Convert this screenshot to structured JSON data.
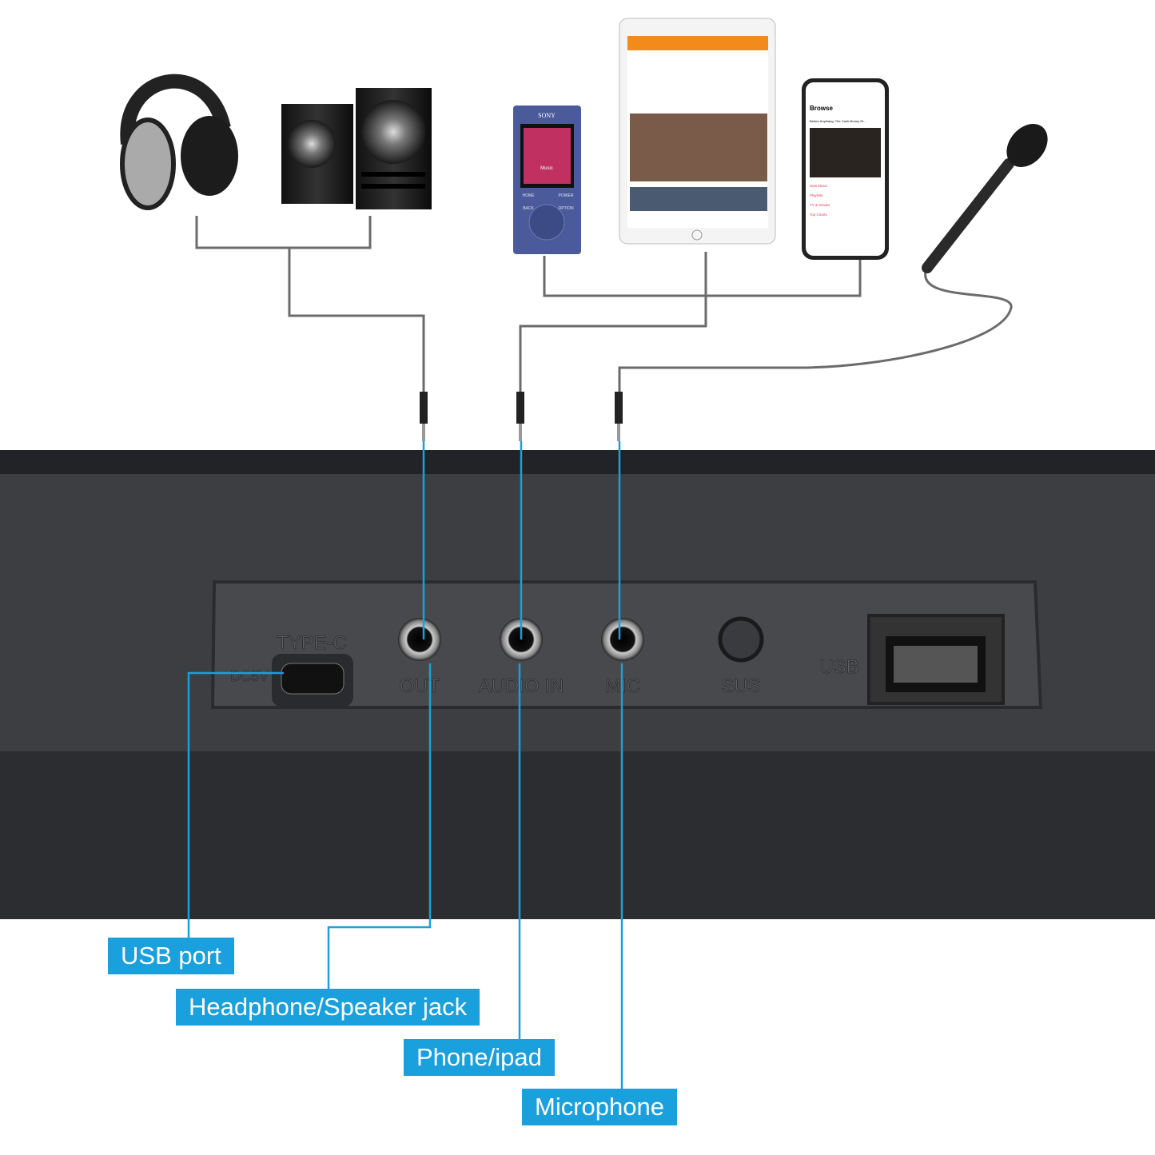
{
  "colors": {
    "accent": "#1aa0dc",
    "cable": "#6b6b6b",
    "body": "#3a3c40",
    "panel": "#45474b"
  },
  "devices": {
    "headphones": {
      "icon": "headphones-icon"
    },
    "speakers": {
      "icon": "speakers-icon"
    },
    "walkman": {
      "brand": "SONY",
      "screen_label": "Music",
      "buttons": [
        "HOME",
        "POWER",
        "BACK",
        "OPTION"
      ]
    },
    "tablet": {
      "icon": "tablet-icon"
    },
    "phone": {
      "title": "Browse",
      "headline": "Before Anythang: The Cash Money St...",
      "menu": [
        "New Music",
        "Playlists",
        "TV & Movies",
        "Top Charts"
      ]
    },
    "microphone": {
      "icon": "microphone-icon"
    }
  },
  "panel": {
    "type_c_label": "TYPE-C",
    "dc_label": "DC5V",
    "jacks": [
      {
        "label": "OUT"
      },
      {
        "label": "AUDIO IN"
      },
      {
        "label": "MIC"
      },
      {
        "label": "SUS"
      }
    ],
    "usb_label": "USB"
  },
  "callouts": [
    {
      "label": "USB port"
    },
    {
      "label": "Headphone/Speaker jack"
    },
    {
      "label": "Phone/ipad"
    },
    {
      "label": "Microphone"
    }
  ]
}
